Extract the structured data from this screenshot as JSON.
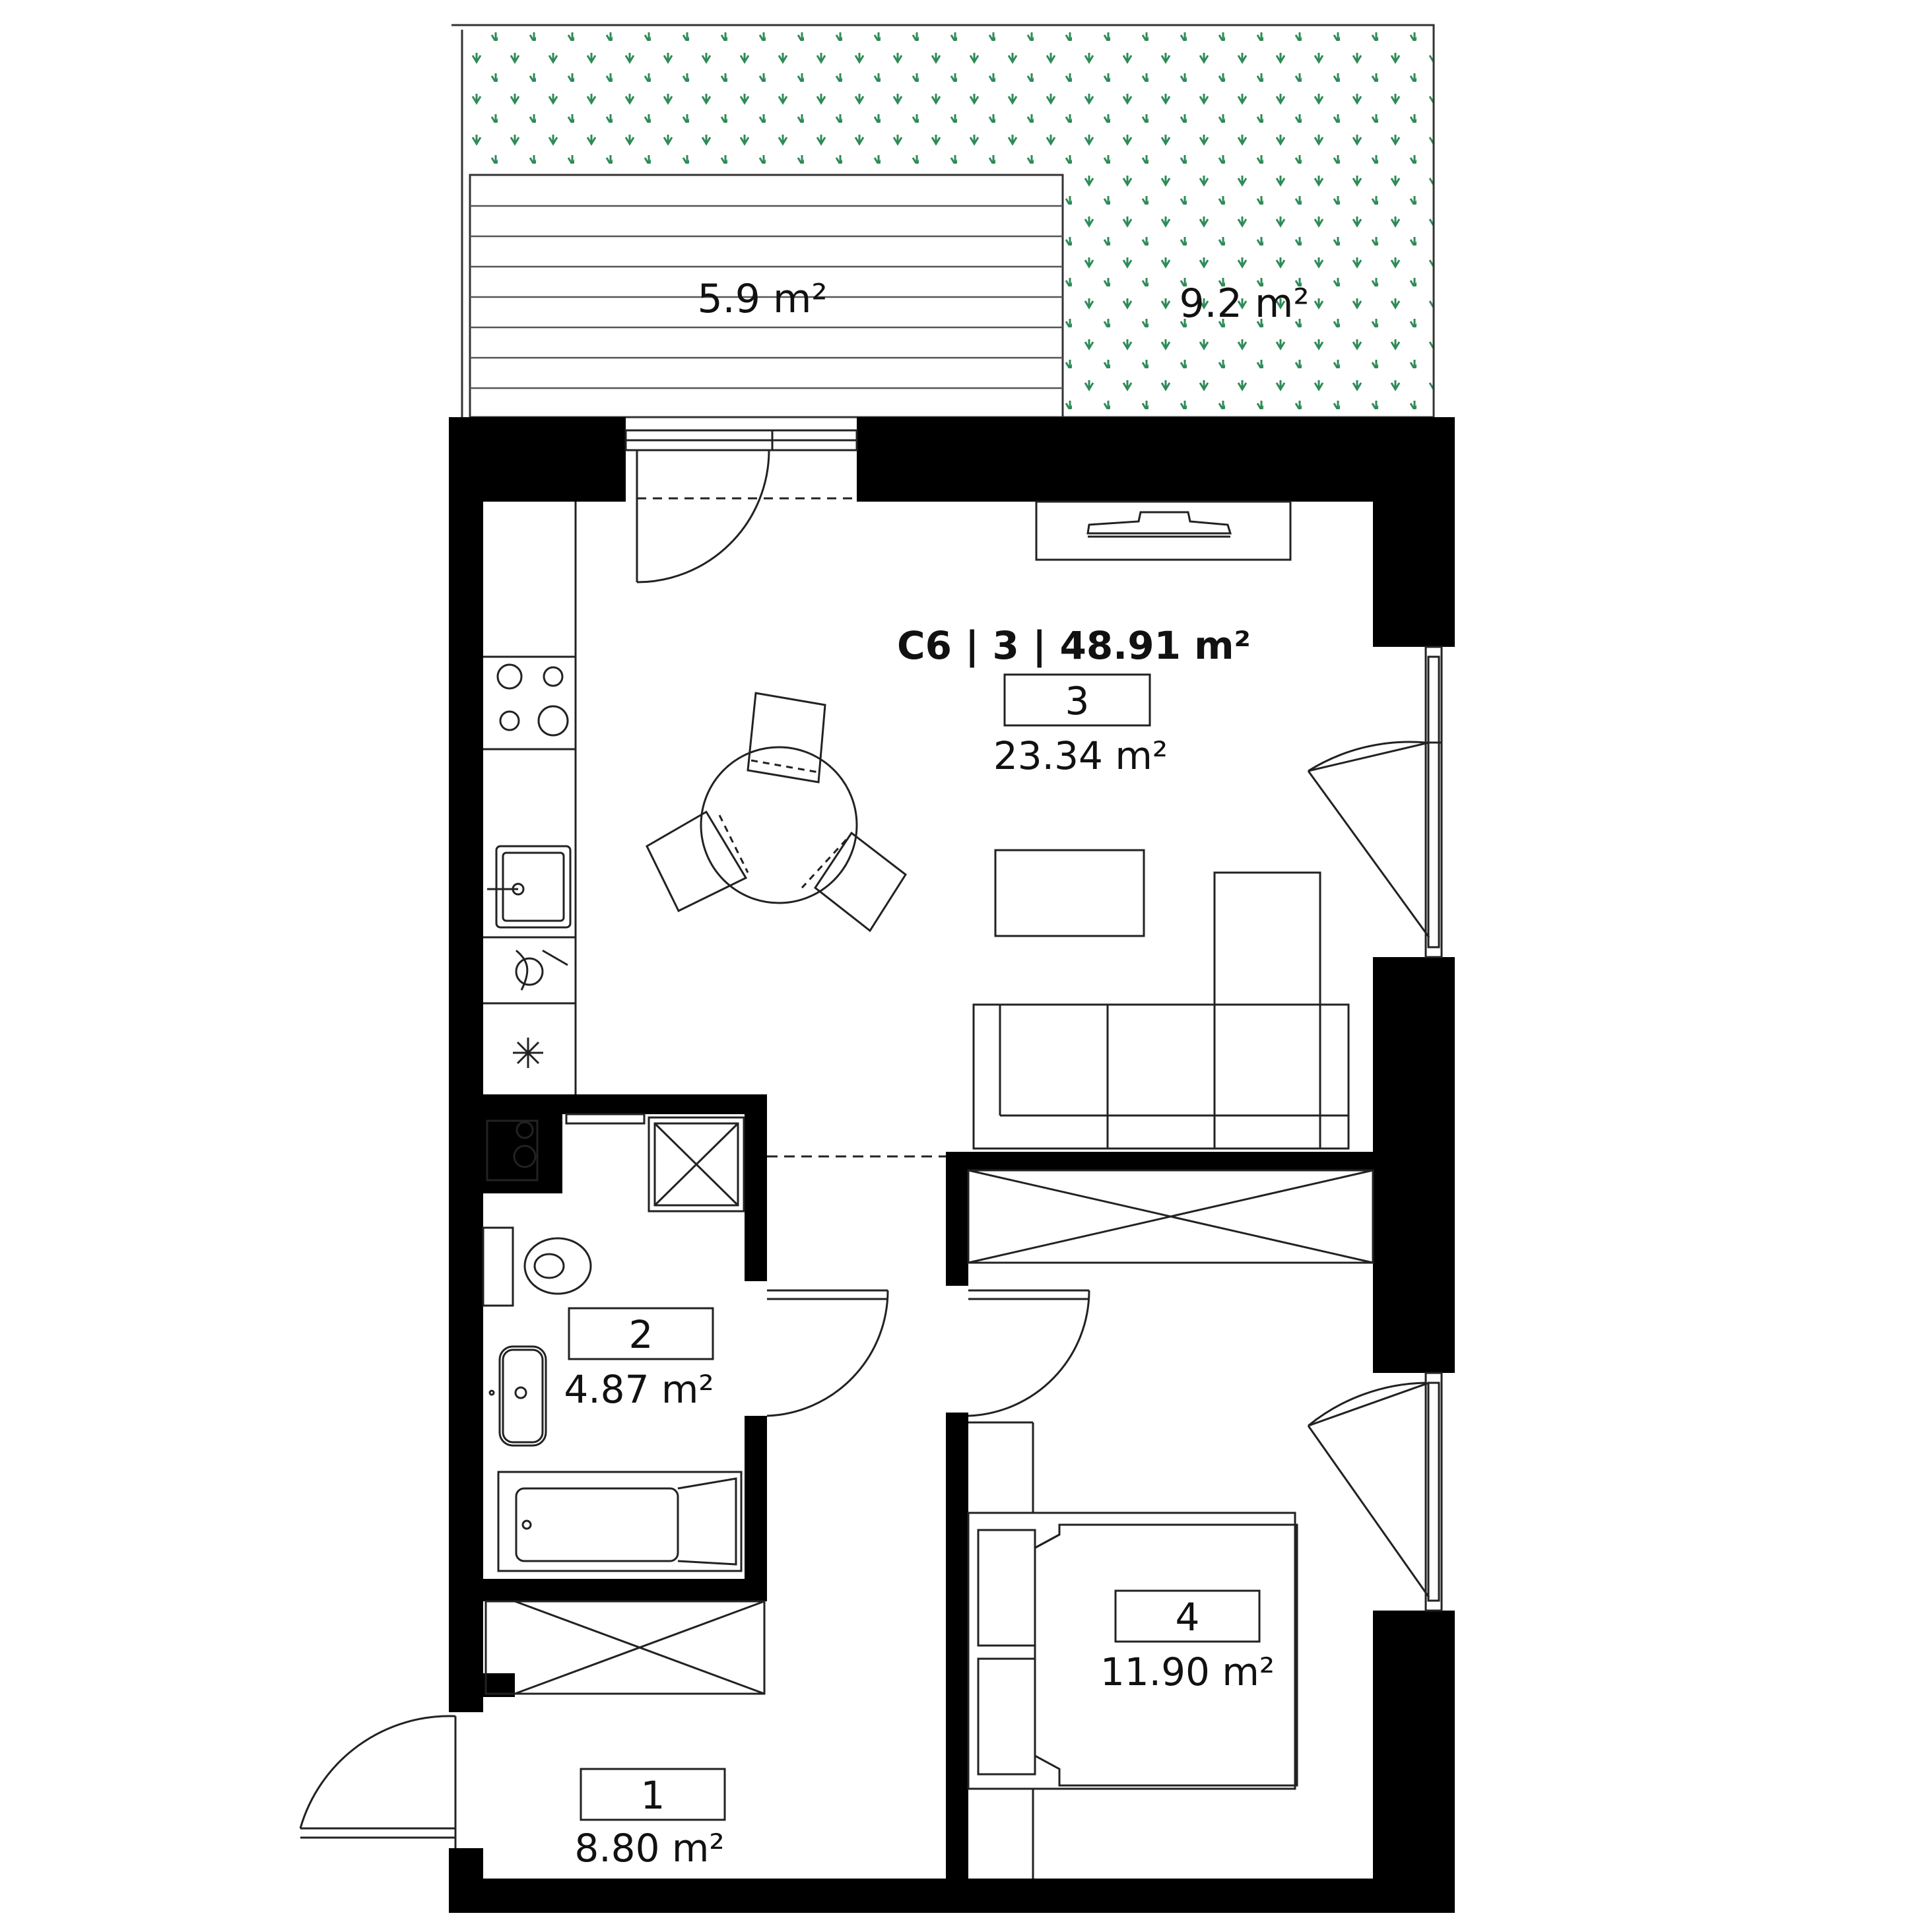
{
  "plan": {
    "apartment_label": "C6 | 3 | 48.91 m²",
    "colors": {
      "wall": "#000000",
      "line": "#222222",
      "greenery": "#2e8b57",
      "background": "#ffffff"
    },
    "outdoor": {
      "terrace_area": "5.9 m²",
      "garden_area": "9.2 m²"
    },
    "rooms": [
      {
        "number": "1",
        "area": "8.80 m²"
      },
      {
        "number": "2",
        "area": "4.87 m²"
      },
      {
        "number": "3",
        "area": "23.34 m²"
      },
      {
        "number": "4",
        "area": "11.90 m²"
      }
    ]
  }
}
